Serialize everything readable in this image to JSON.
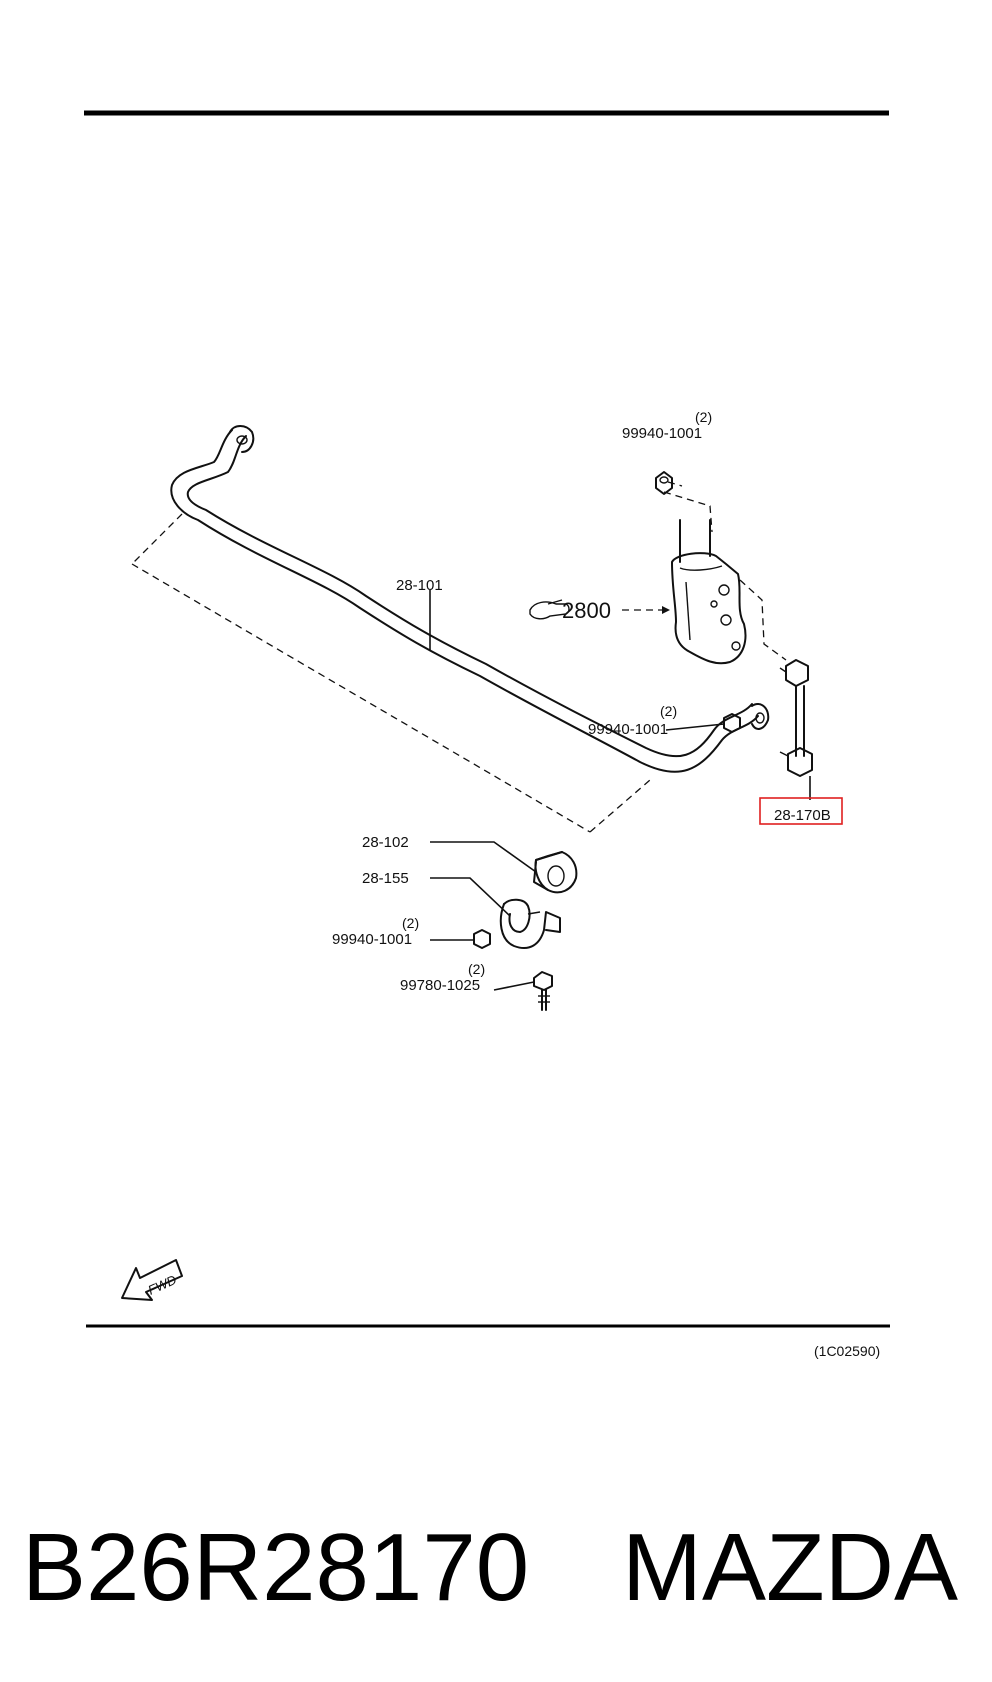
{
  "labels": {
    "nut_top": "99940-1001",
    "nut_top_qty": "(2)",
    "bar": "28-101",
    "ref_group": "2800",
    "nut_mid": "99940-1001",
    "nut_mid_qty": "(2)",
    "link": "28-170B",
    "bushing": "28-102",
    "bracket": "28-155",
    "nut_bottom": "99940-1001",
    "nut_bottom_qty": "(2)",
    "bolt": "99780-1025",
    "bolt_qty": "(2)"
  },
  "fwd_label": "FWD",
  "diagram_code": "(1C02590)",
  "footer": {
    "part_number": "B26R28170",
    "brand": "MAZDA"
  },
  "highlight_color": "#e02020"
}
